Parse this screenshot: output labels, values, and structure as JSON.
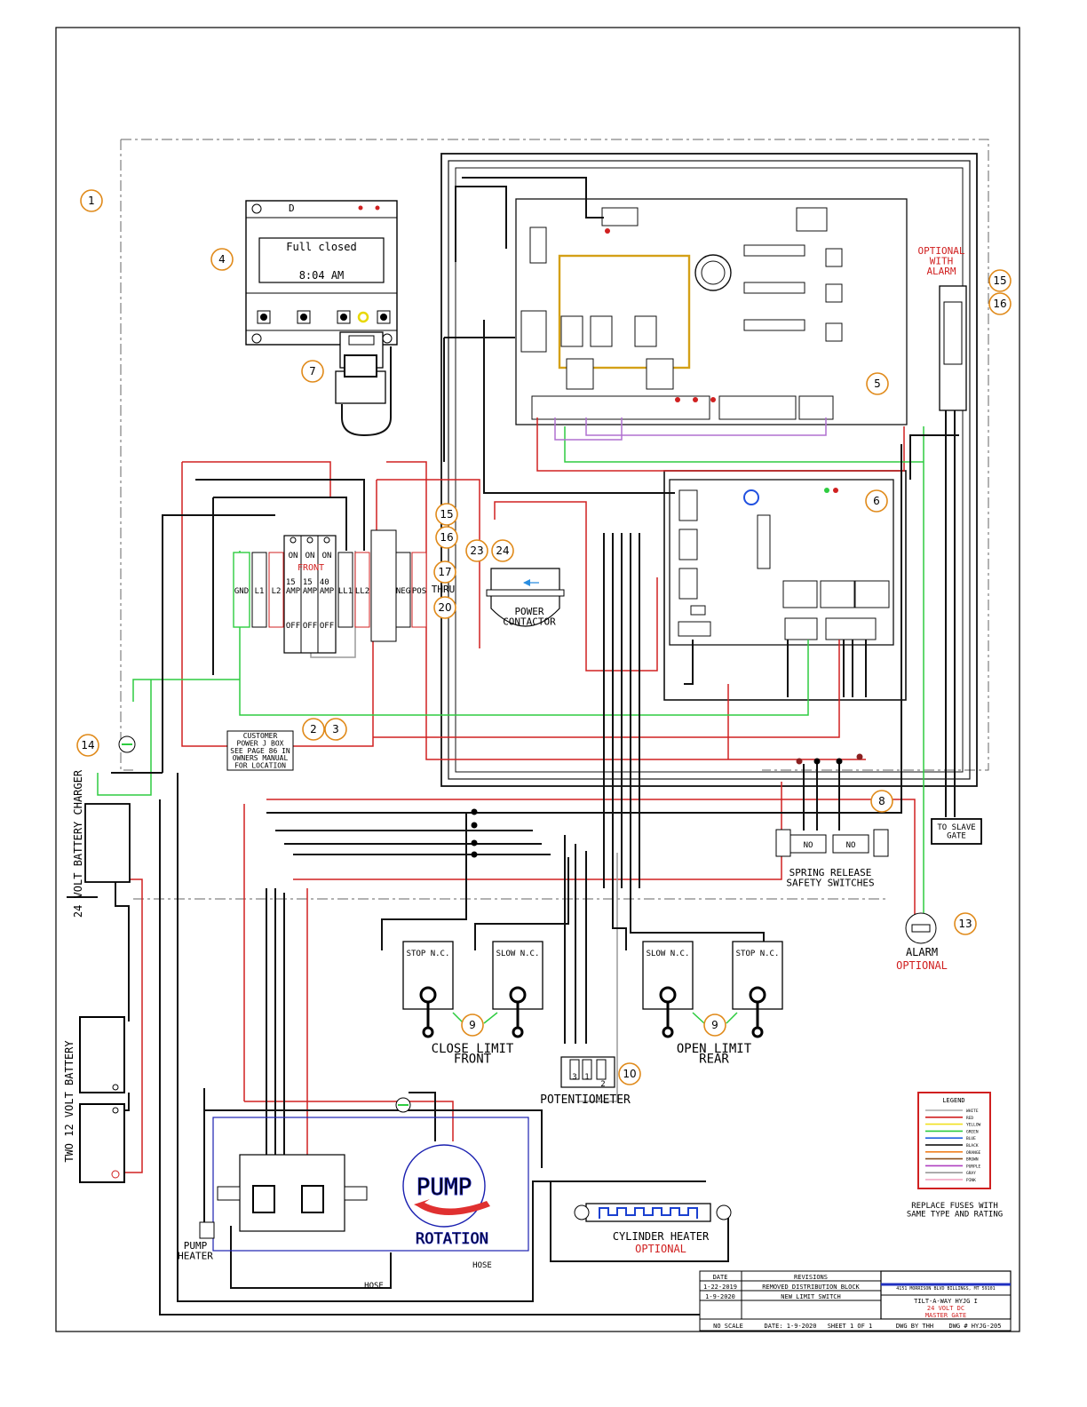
{
  "display": {
    "line1": "Full closed",
    "line2": "8:04 AM",
    "header_letter": "D"
  },
  "board_labels": {
    "front": "FRONT"
  },
  "terminal_labels": [
    "GND",
    "L1",
    "L2",
    "LL1",
    "LL2",
    "NEG",
    "POS"
  ],
  "breakers": [
    {
      "on": "ON",
      "rating": "15\nAMP",
      "off": "OFF"
    },
    {
      "on": "ON",
      "rating": "15\nAMP",
      "off": "OFF"
    },
    {
      "on": "ON",
      "rating": "40\nAMP",
      "off": "OFF"
    }
  ],
  "components": {
    "power_contactor": "POWER\nCONTACTOR",
    "customer_box": "CUSTOMER\nPOWER J BOX\nSEE PAGE 86 IN\nOWNERS MANUAL\nFOR LOCATION",
    "charger": "24 VOLT BATTERY CHARGER",
    "battery": "TWO 12 VOLT BATTERY",
    "to_slave": "TO SLAVE\nGATE",
    "optional_alarm": "OPTIONAL\nWITH\nALARM",
    "spring_release": "SPRING RELEASE\nSAFETY SWITCHES",
    "no": "NO",
    "alarm": "ALARM",
    "optional": "OPTIONAL",
    "stop_nc": "STOP N.C.",
    "slow_nc": "SLOW N.C.",
    "close_limit": "CLOSE LIMIT\nFRONT",
    "open_limit": "OPEN LIMIT\nREAR",
    "potentiometer": "POTENTIOMETER",
    "pot_pins": [
      "3",
      "1",
      "2"
    ],
    "pump": "PUMP",
    "rotation": "ROTATION",
    "pump_heater": "PUMP\nHEATER",
    "cylinder_heater": "CYLINDER HEATER",
    "hose": "HOSE",
    "replace_fuses": "REPLACE FUSES WITH\nSAME TYPE AND RATING",
    "thru": "THRU"
  },
  "callouts": [
    "1",
    "2",
    "3",
    "4",
    "5",
    "6",
    "7",
    "8",
    "9",
    "10",
    "13",
    "14",
    "15",
    "16",
    "17",
    "20",
    "23",
    "24"
  ],
  "legend": {
    "title": "LEGEND",
    "items": [
      {
        "name": "WHITE",
        "color": "#ffffff"
      },
      {
        "name": "RED",
        "color": "#d02020"
      },
      {
        "name": "YELLOW",
        "color": "#f0e020"
      },
      {
        "name": "GREEN",
        "color": "#2ecc40"
      },
      {
        "name": "BLUE",
        "color": "#2060e0"
      },
      {
        "name": "BLACK",
        "color": "#000000"
      },
      {
        "name": "ORANGE",
        "color": "#f08020"
      },
      {
        "name": "BROWN",
        "color": "#8a5020"
      },
      {
        "name": "PURPLE",
        "color": "#b040c0"
      },
      {
        "name": "GRAY",
        "color": "#999999"
      },
      {
        "name": "PINK",
        "color": "#f0a0c0"
      }
    ]
  },
  "revisions": {
    "header_date": "DATE",
    "header_rev": "REVISIONS",
    "rows": [
      {
        "date": "1-22-2019",
        "desc": "REMOVED DISTRIBUTION BLOCK"
      },
      {
        "date": "1-9-2020",
        "desc": "NEW LIMIT SWITCH"
      }
    ]
  },
  "title_block": {
    "company": "4151 MORRISON BLVD BILLINGS, MT 59101",
    "model": "TILT-A-WAY HYJG I",
    "spec1": "24 VOLT DC",
    "spec2": "MASTER GATE",
    "scale": "NO SCALE",
    "date": "DATE: 1-9-2020",
    "sheet": "SHEET 1 OF 1",
    "drawn": "DWG BY THH",
    "dwg": "DWG # HYJG-205"
  }
}
